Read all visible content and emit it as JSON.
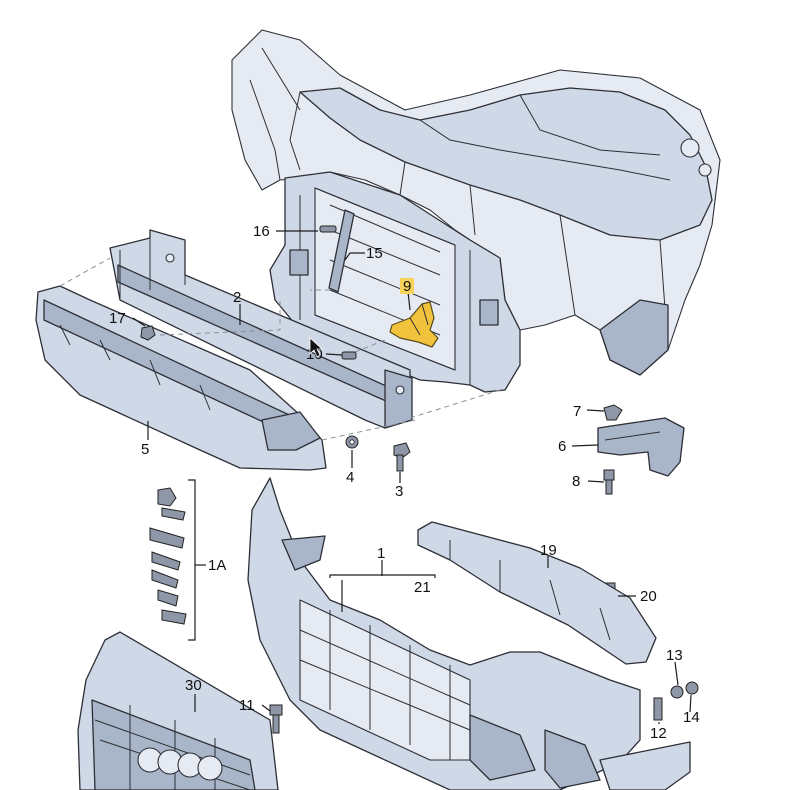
{
  "labels": {
    "l1": "1",
    "l1a": "1A",
    "l2": "2",
    "l3": "3",
    "l4": "4",
    "l5": "5",
    "l6": "6",
    "l7": "7",
    "l8": "8",
    "l9": "9",
    "l10": "10",
    "l11": "11",
    "l12": "12",
    "l13": "13",
    "l14": "14",
    "l15": "15",
    "l16": "16",
    "l17": "17",
    "l19": "19",
    "l20": "20",
    "l21": "21",
    "l30": "30"
  },
  "colors": {
    "part_fill": "#cfd8e6",
    "outline": "#2d2f36",
    "highlight": "#f1c23c"
  }
}
